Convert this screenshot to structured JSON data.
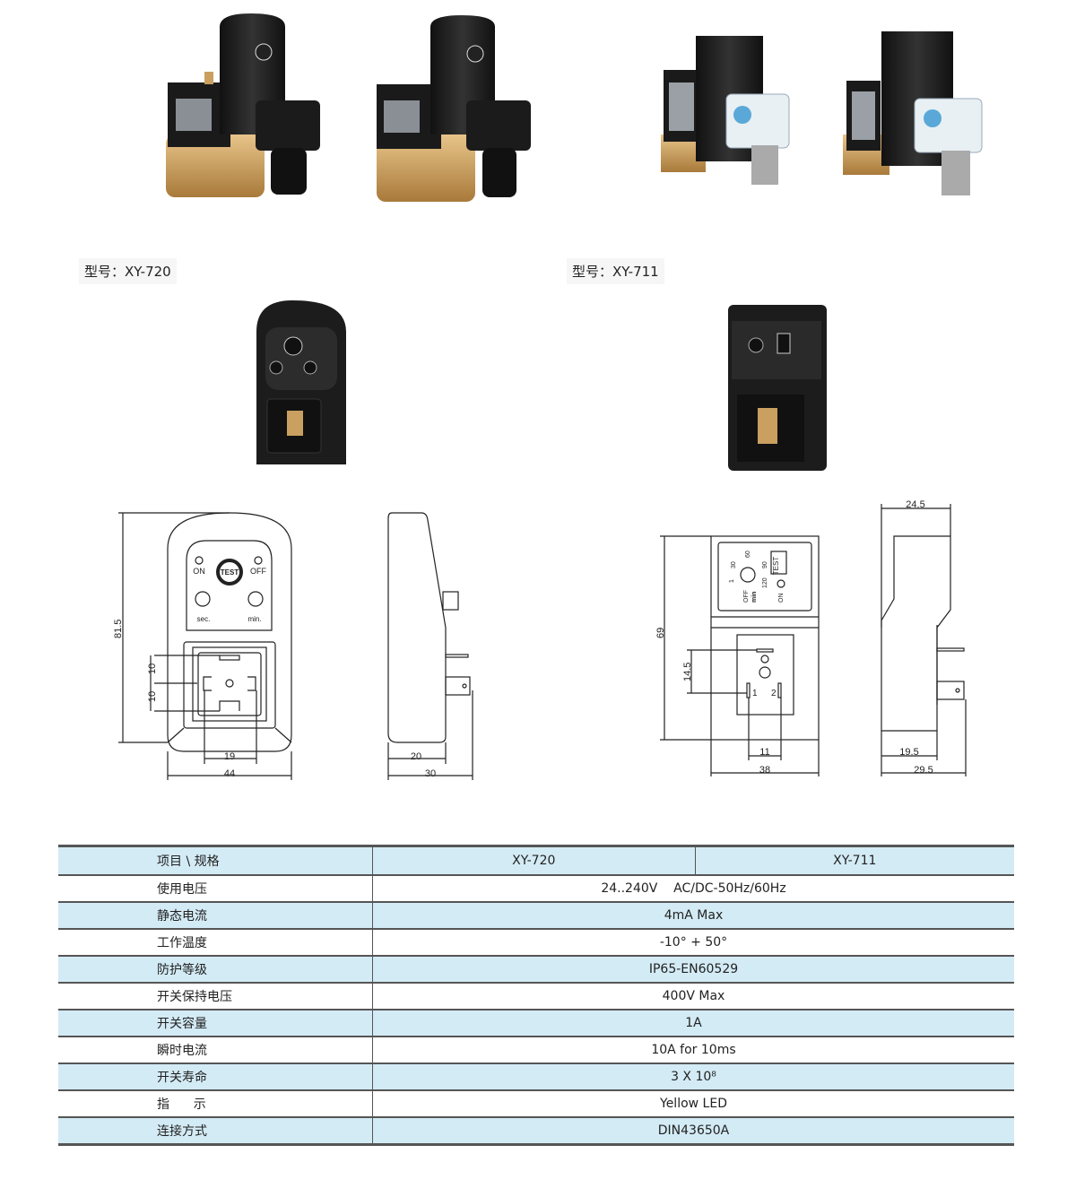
{
  "models": {
    "xy720_label": "型号：XY-720",
    "xy711_label": "型号：XY-711"
  },
  "device_panel": {
    "on": "ON",
    "off": "OFF",
    "test": "TEST",
    "sec": "sec.",
    "min": "min.",
    "off_711": "OFF",
    "min_711": "min",
    "on_711": "ON",
    "dial_711": [
      "1",
      "30",
      "60",
      "90",
      "120"
    ],
    "pin1": "1",
    "pin2": "2"
  },
  "dimensions": {
    "xy720_front": {
      "height": "81.5",
      "pin_a": "10",
      "pin_b": "10",
      "pin_span": "19",
      "width": "44"
    },
    "xy720_side": {
      "inner": "20",
      "depth": "30"
    },
    "xy711_front": {
      "height": "69",
      "pin_height": "14.5",
      "pin_span": "11",
      "width": "38"
    },
    "xy711_side": {
      "top": "24.5",
      "inner": "19.5",
      "depth": "29.5"
    }
  },
  "spec_table": {
    "header": {
      "item": "项目 \\ 规格",
      "col1": "XY-720",
      "col2": "XY-711"
    },
    "rows": [
      {
        "label": "使用电压",
        "value": "24..240V    AC/DC-50Hz/60Hz"
      },
      {
        "label": "静态电流",
        "value": "4mA  Max"
      },
      {
        "label": "工作温度",
        "value": "-10° + 50°"
      },
      {
        "label": "防护等级",
        "value": "IP65-EN60529"
      },
      {
        "label": "开关保持电压",
        "value": "400V  Max"
      },
      {
        "label": "开关容量",
        "value": "1A"
      },
      {
        "label": "瞬时电流",
        "value": "10A  for  10ms"
      },
      {
        "label": "开关寿命",
        "value": "3  X  10⁸"
      },
      {
        "label": "指      示",
        "value": "Yellow  LED"
      },
      {
        "label": "连接方式",
        "value": "DIN43650A"
      }
    ]
  },
  "colors": {
    "header_bg": "#d3ebf5",
    "rule": "#555555",
    "brass": "#c9a060"
  }
}
